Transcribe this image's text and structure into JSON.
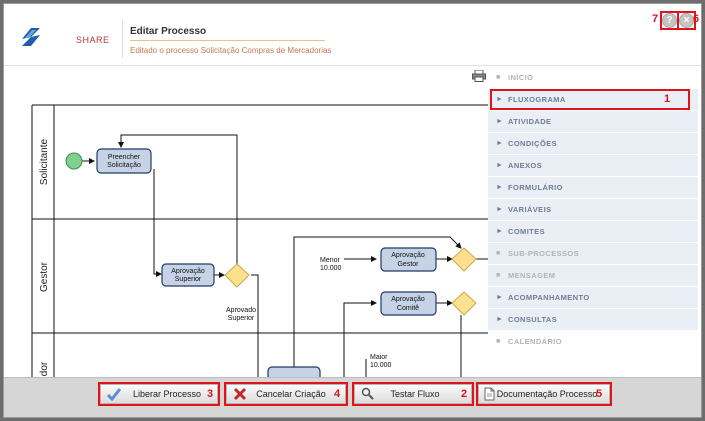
{
  "header": {
    "brand": "SHARE",
    "title": "Editar Processo",
    "subtitle": "Editado o processo Solicitação Compras de Mercadorias"
  },
  "window_controls": {
    "help_symbol": "?",
    "close_symbol": "×"
  },
  "annotation_numbers": [
    "1",
    "2",
    "3",
    "4",
    "5",
    "6",
    "7"
  ],
  "menu": {
    "items": [
      {
        "label": "INÍCIO",
        "icon": "square-bullet-icon",
        "enabled": false
      },
      {
        "label": "FLUXOGRAMA",
        "icon": "arrow-bullet-icon",
        "enabled": true
      },
      {
        "label": "ATIVIDADE",
        "icon": "arrow-bullet-icon",
        "enabled": true
      },
      {
        "label": "CONDIÇÕES",
        "icon": "arrow-bullet-icon",
        "enabled": true
      },
      {
        "label": "ANEXOS",
        "icon": "arrow-bullet-icon",
        "enabled": true
      },
      {
        "label": "FORMULÁRIO",
        "icon": "arrow-bullet-icon",
        "enabled": true
      },
      {
        "label": "VARIÁVEIS",
        "icon": "arrow-bullet-icon",
        "enabled": true
      },
      {
        "label": "COMITES",
        "icon": "arrow-bullet-icon",
        "enabled": true
      },
      {
        "label": "SUB-PROCESSOS",
        "icon": "square-bullet-icon",
        "enabled": false
      },
      {
        "label": "MENSAGEM",
        "icon": "square-bullet-icon",
        "enabled": false
      },
      {
        "label": "ACOMPANHAMENTO",
        "icon": "arrow-bullet-icon",
        "enabled": true
      },
      {
        "label": "CONSULTAS",
        "icon": "arrow-bullet-icon",
        "enabled": true
      },
      {
        "label": "CALENDÁRIO",
        "icon": "square-bullet-icon",
        "enabled": false
      }
    ]
  },
  "diagram": {
    "lanes": [
      "Solicitante",
      "Gestor",
      "dor"
    ],
    "tasks": {
      "preencher_l1": "Preencher",
      "preencher_l2": "Solicitação",
      "aprov_sup_l1": "Aprovação",
      "aprov_sup_l2": "Superior",
      "aprov_gestor_l1": "Aprovação",
      "aprov_gestor_l2": "Gestor",
      "aprov_comite_l1": "Aprovação",
      "aprov_comite_l2": "Comitê"
    },
    "labels": {
      "aprovado_l1": "Aprovado",
      "aprovado_l2": "Superior",
      "menor_l1": "Menor",
      "menor_l2": "10.000",
      "maior_l1": "Maior",
      "maior_l2": "10.000"
    }
  },
  "footer": {
    "liberar": "Liberar Processo",
    "cancelar": "Cancelar Criação",
    "testar": "Testar Fluxo",
    "documentacao": "Documentação Processo"
  },
  "colors": {
    "highlight": "#e0131a",
    "task_fill": "#c6d3e6",
    "gateway_fill": "#fbe08e",
    "start_event": "#7fd08f"
  }
}
